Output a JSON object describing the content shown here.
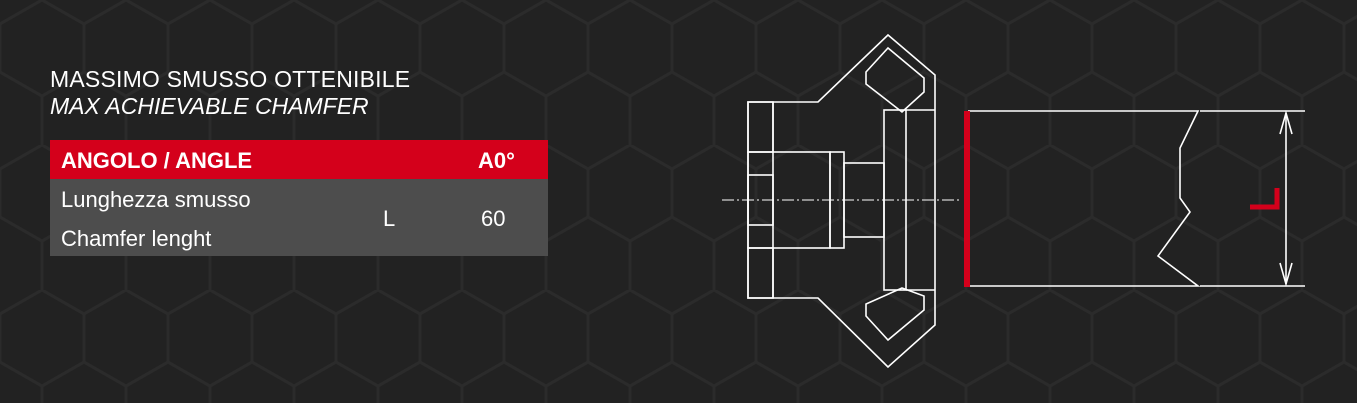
{
  "title": {
    "italian": "MASSIMO SMUSSO OTTENIBILE",
    "english": "MAX ACHIEVABLE CHAMFER"
  },
  "table": {
    "header": {
      "angle_label": "ANGOLO / ANGLE",
      "angle_value": "A0°"
    },
    "rows": [
      {
        "label_it": "Lunghezza smusso",
        "label_en": "Chamfer lenght",
        "symbol": "L",
        "value": "60"
      }
    ]
  },
  "diagram": {
    "dimension_label": "L"
  },
  "colors": {
    "background": "#222222",
    "accent_red": "#d4001b",
    "row_gray": "#4d4d4d",
    "line_white": "#ffffff"
  }
}
